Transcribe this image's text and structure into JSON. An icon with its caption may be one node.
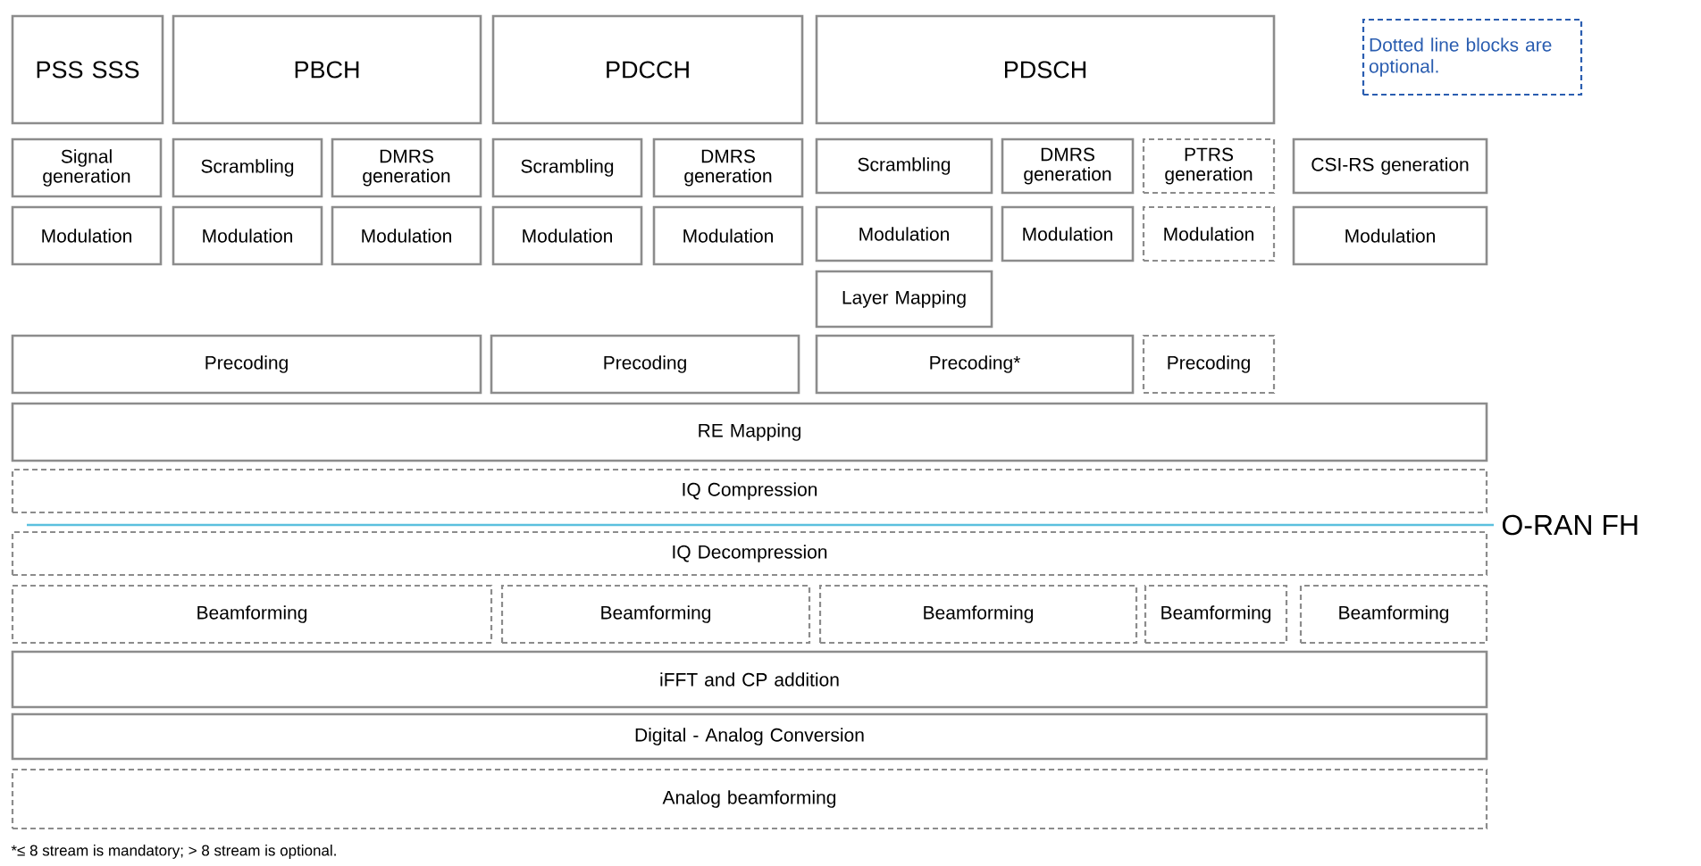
{
  "diagram": {
    "nodes": [
      {
        "text": [
          "PSS SSS"
        ]
      },
      {
        "text": [
          "PBCH"
        ]
      },
      {
        "text": [
          "PDCCH"
        ]
      },
      {
        "text": [
          "PDSCH"
        ]
      },
      {
        "text": [
          "Dotted line blocks are optional."
        ]
      },
      {
        "text": [
          "Signal generation"
        ]
      },
      {
        "text": [
          "Scrambling"
        ]
      },
      {
        "text": [
          "DMRS generation"
        ]
      },
      {
        "text": [
          "Scrambling"
        ]
      },
      {
        "text": [
          "DMRS generation"
        ]
      },
      {
        "text": [
          "Scrambling"
        ]
      },
      {
        "text": [
          "DMRS generation"
        ]
      },
      {
        "text": [
          "PTRS generation"
        ]
      },
      {
        "text": [
          "CSI-RS generation"
        ]
      },
      {
        "text": [
          "Modulation"
        ]
      },
      {
        "text": [
          "Modulation"
        ]
      },
      {
        "text": [
          "Modulation"
        ]
      },
      {
        "text": [
          "Modulation"
        ]
      },
      {
        "text": [
          "Modulation"
        ]
      },
      {
        "text": [
          "Modulation"
        ]
      },
      {
        "text": [
          "Modulation"
        ]
      },
      {
        "text": [
          "Modulation"
        ]
      },
      {
        "text": [
          "Modulation"
        ]
      },
      {
        "text": [
          "Layer Mapping"
        ]
      },
      {
        "text": [
          "Precoding"
        ]
      },
      {
        "text": [
          "Precoding"
        ]
      },
      {
        "text": [
          "Precoding*"
        ]
      },
      {
        "text": [
          "Precoding"
        ]
      },
      {
        "text": [
          "RE Mapping"
        ]
      },
      {
        "text": [
          "IQ Compression"
        ]
      },
      {
        "text": [
          "IQ Decompression"
        ]
      },
      {
        "text": [
          "Beamforming"
        ]
      },
      {
        "text": [
          "Beamforming"
        ]
      },
      {
        "text": [
          "Beamforming"
        ]
      },
      {
        "text": [
          "Beamforming"
        ]
      },
      {
        "text": [
          "Beamforming"
        ]
      },
      {
        "text": [
          "iFFT and CP addition"
        ]
      },
      {
        "text": [
          "Digital - Analog Conversion"
        ]
      },
      {
        "text": [
          "Analog beamforming"
        ]
      }
    ],
    "labels": [
      "O-RAN FH",
      "*≤ 8 stream is mandatory; > 8 stream is optional."
    ]
  }
}
